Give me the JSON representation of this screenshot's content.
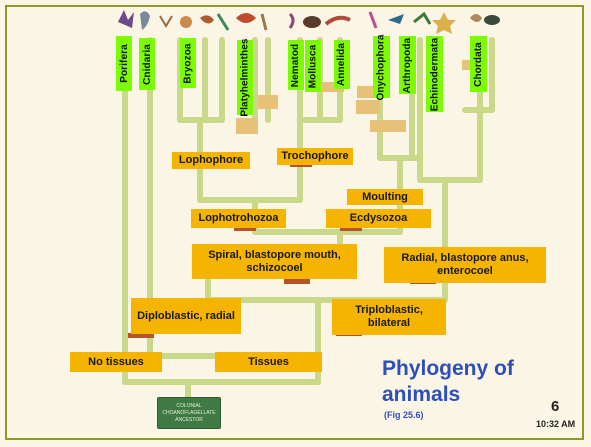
{
  "taxa": [
    "Porifera",
    "Cnidaria",
    "Bryozoa",
    "Platyhelminthes",
    "Nematod",
    "Mollusca",
    "Annelida",
    "Onychophora",
    "Arthropoda",
    "Echinodermata",
    "Chordata"
  ],
  "clade_labels": {
    "lophophore": "Lophophore",
    "trochophore": "Trochophore",
    "moulting": "Moulting",
    "lophotrochozoa": "Lophotrohozoa",
    "ecdysozoa": "Ecdysozoa",
    "spiral": "Spiral, blastopore mouth, schizocoel",
    "radial_blastopore": "Radial, blastopore anus, enterocoel",
    "diploblastic": "Diploblastic, radial",
    "triploblastic": "Triploblastic, bilateral",
    "no_tissues": "No tissues",
    "tissues": "Tissues"
  },
  "root_label": "COLONIAL CHOANOFLAGELLATE ANCESTOR",
  "title": "Phylogeny of animals",
  "subtitle": "(Fig 25.6)",
  "page_number": "6",
  "clock": "10:32 AM",
  "colors": {
    "branch": "#c9d989",
    "taxon_label_bg": "#7cfc00",
    "clade_box_bg": "#f4b400",
    "title": "#2e4fb8",
    "character_marker": "#b5532a"
  }
}
